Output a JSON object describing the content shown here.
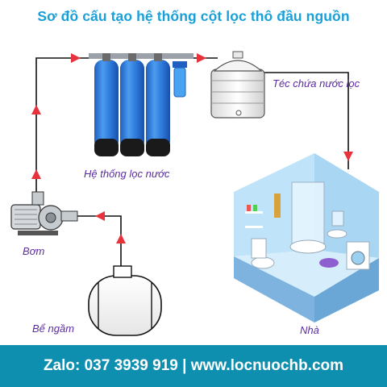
{
  "title": "Sơ đồ cấu tạo hệ thống cột lọc thô đầu nguồn",
  "labels": {
    "filter": "Hệ thống lọc nước",
    "tank": "Téc chứa nước lọc",
    "pump": "Bơm",
    "underground": "Bể ngầm",
    "house": "Nhà"
  },
  "footer": {
    "text": "Zalo: 037 3939 919  | www.locnuochb.com"
  },
  "colors": {
    "title": "#1aa0d8",
    "labels": "#5a2ca0",
    "arrow": "#e8333c",
    "pipe": "#111111",
    "filter_body": "#2f78d6",
    "footer_bg": "#0f8fb0"
  }
}
